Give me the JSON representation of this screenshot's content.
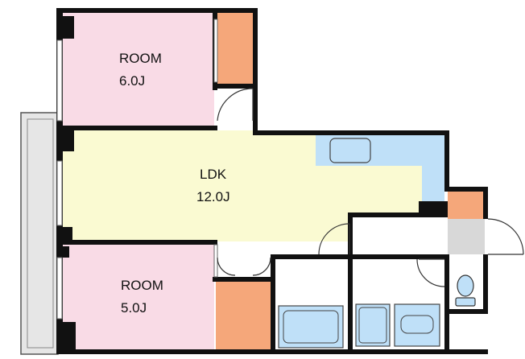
{
  "rooms": {
    "room_top": {
      "name": "ROOM",
      "size": "6.0J"
    },
    "ldk": {
      "name": "LDK",
      "size": "12.0J"
    },
    "room_bottom": {
      "name": "ROOM",
      "size": "5.0J"
    }
  },
  "colors": {
    "wall": "#111111",
    "room": "#f9dbe6",
    "ldk": "#fafad2",
    "closet": "#f5a77a",
    "kitchen": "#bfe0f8",
    "utility": "#d8d8d8",
    "balcony": "#e6e6e6",
    "floor": "#ffffff"
  }
}
